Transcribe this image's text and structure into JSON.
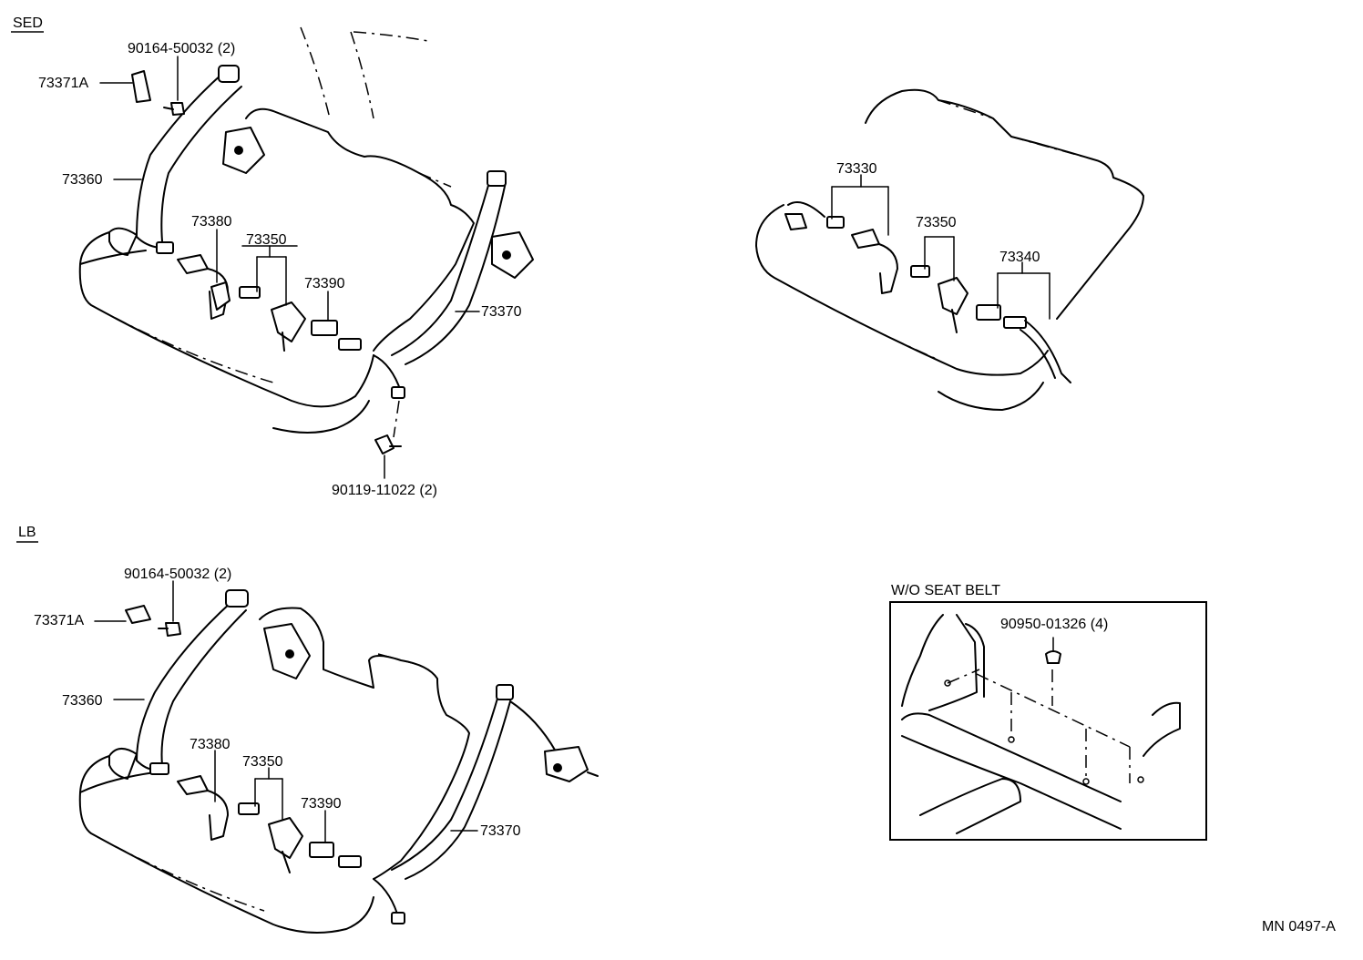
{
  "sections": {
    "sed": "SED",
    "lb": "LB",
    "wo_seat_belt": "W/O SEAT BELT"
  },
  "sed_labels": {
    "bolt_top": "90164-50032 (2)",
    "cover": "73371A",
    "belt_outer_left": "73360",
    "buckle_left": "73380",
    "center_belt": "73350",
    "buckle_center": "73390",
    "belt_outer_right": "73370",
    "bolt_bottom": "90119-11022 (2)"
  },
  "sed_right_labels": {
    "belt_set_a": "73330",
    "center_belt": "73350",
    "belt_set_b": "73340"
  },
  "lb_labels": {
    "bolt_top": "90164-50032 (2)",
    "cover": "73371A",
    "belt_outer_left": "73360",
    "buckle_left": "73380",
    "center_belt": "73350",
    "buckle_center": "73390",
    "belt_outer_right": "73370"
  },
  "wo_labels": {
    "plug": "90950-01326 (4)"
  },
  "footer": {
    "ref": "MN 0497-A"
  }
}
